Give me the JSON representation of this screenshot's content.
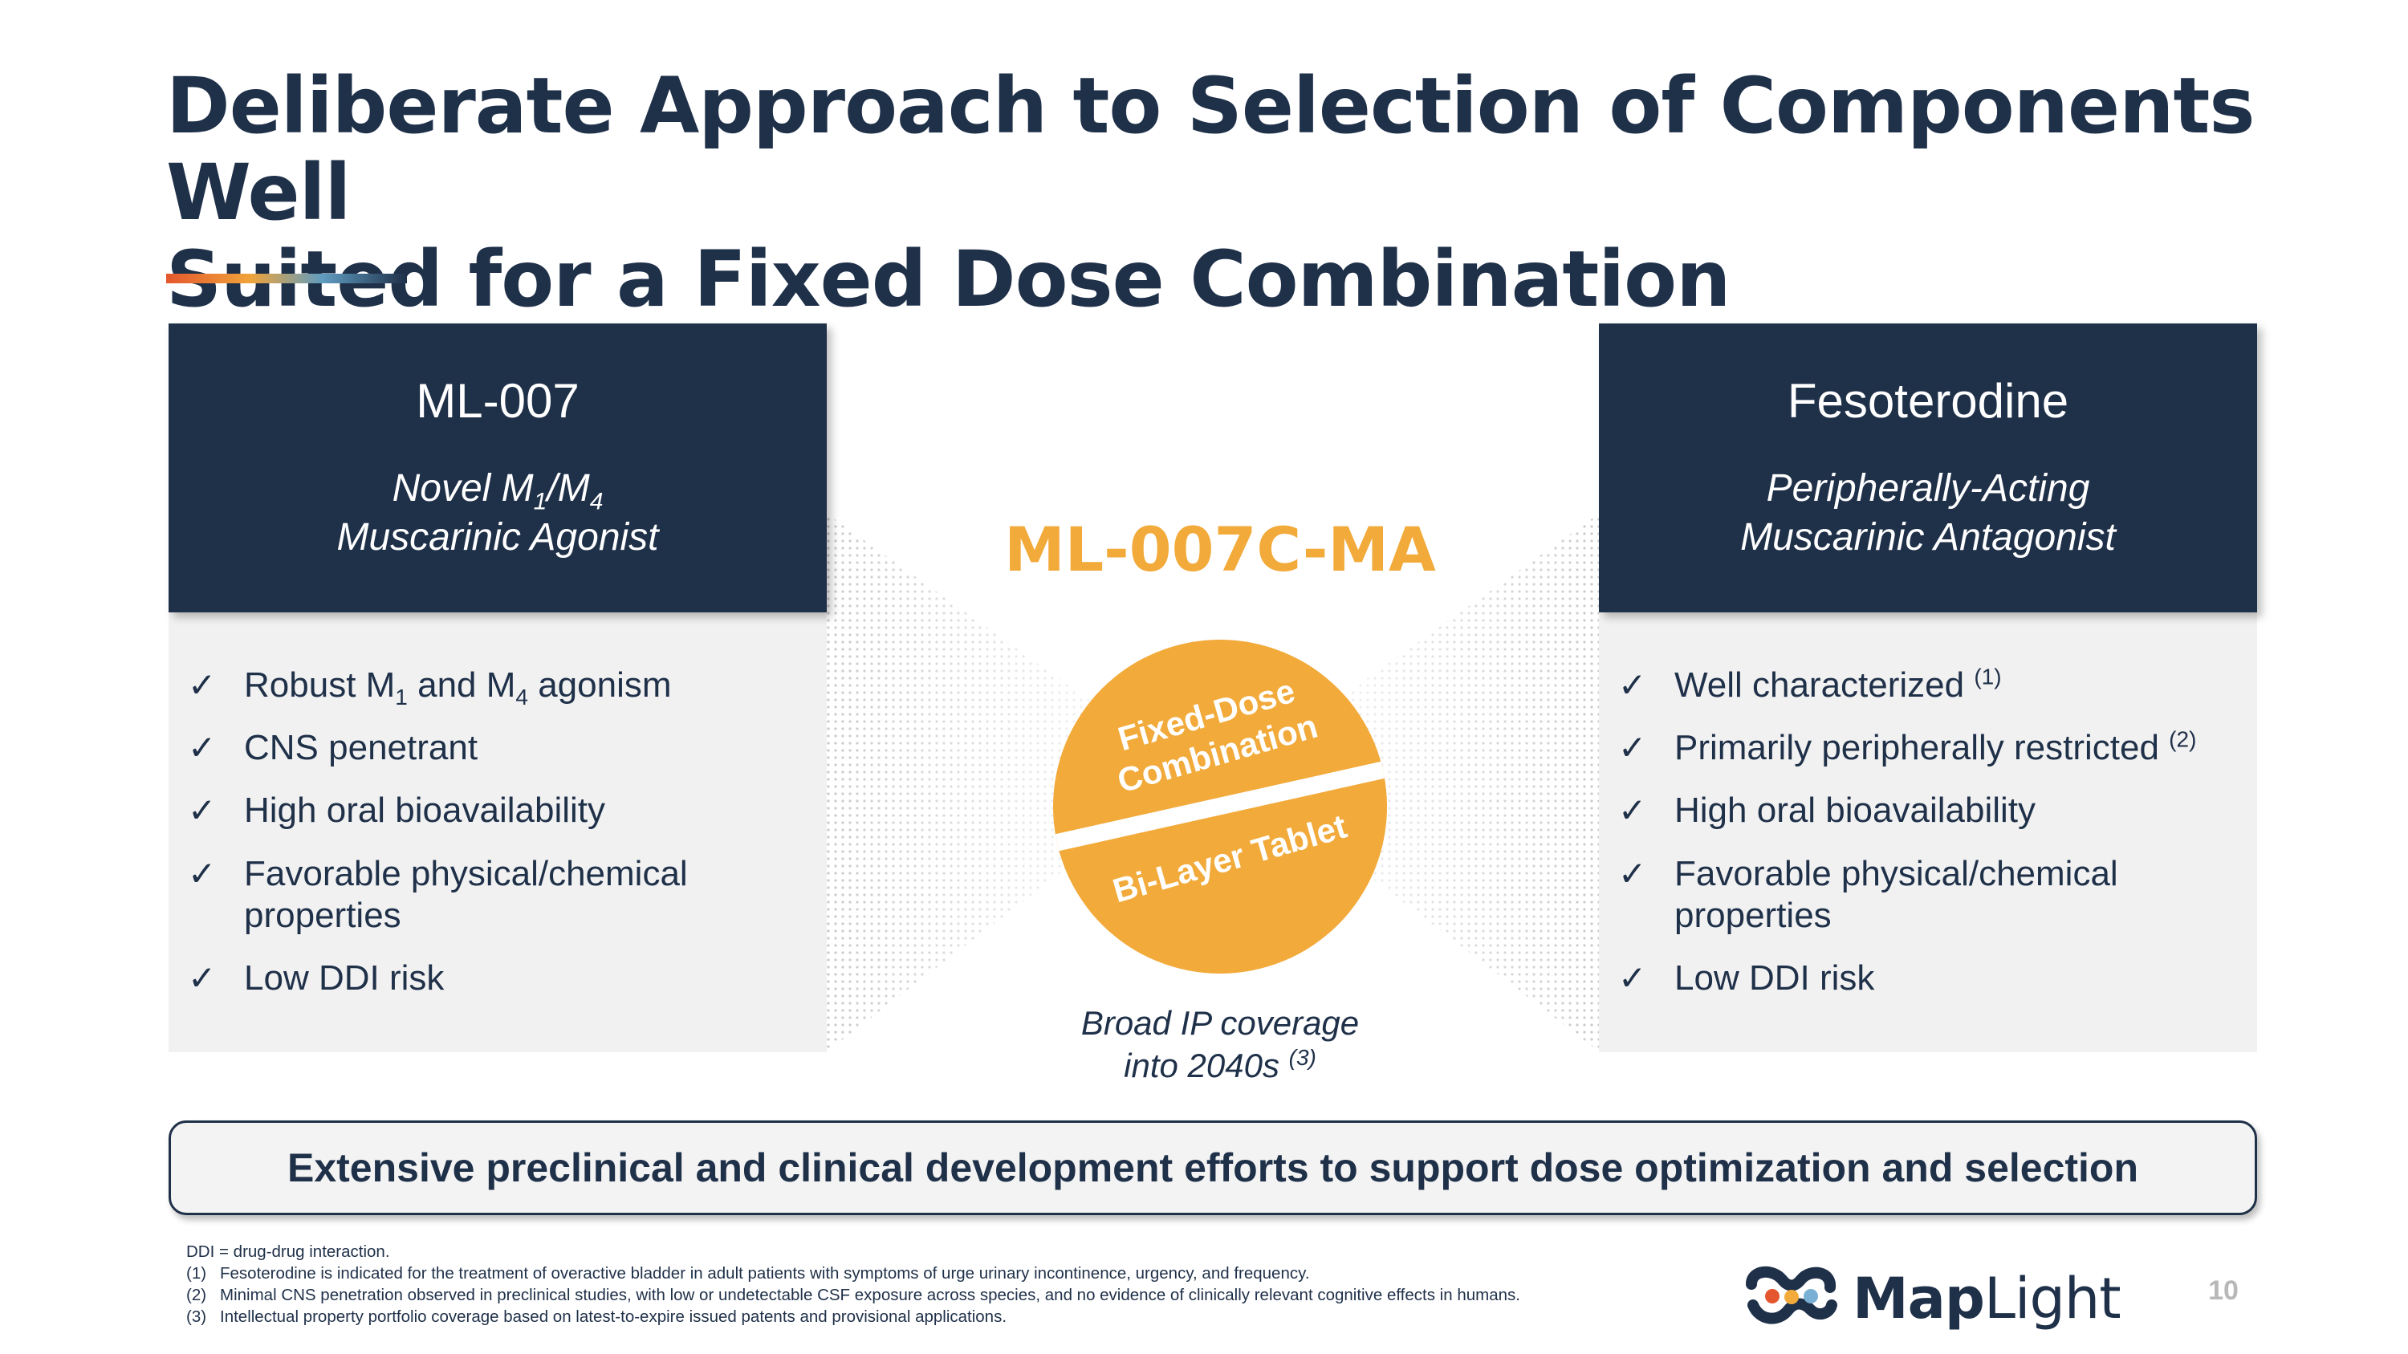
{
  "title": {
    "line1": "Deliberate Approach to Selection of Components Well",
    "line2": "Suited for a Fixed Dose Combination"
  },
  "colors": {
    "navy": "#1f3049",
    "orange": "#f2aa3a",
    "panel_body": "#f1f1f1",
    "accent_gradient": [
      "#e4572e",
      "#f0a43a",
      "#5f9cc0",
      "#1f3049"
    ]
  },
  "left_panel": {
    "name": "ML-007",
    "subtitle_line1_prefix": "Novel M",
    "subtitle_sub1": "1",
    "subtitle_mid": "/M",
    "subtitle_sub2": "4",
    "subtitle_line2": "Muscarinic Agonist",
    "bullets": [
      {
        "pre": "Robust M",
        "sub1": "1",
        "mid": " and M",
        "sub2": "4",
        "post": " agonism"
      },
      {
        "text": "CNS penetrant"
      },
      {
        "text": "High oral bioavailability"
      },
      {
        "line1": "Favorable physical/chemical",
        "line2": "properties"
      },
      {
        "text": "Low DDI risk"
      }
    ]
  },
  "right_panel": {
    "name": "Fesoterodine",
    "subtitle_line1": "Peripherally-Acting",
    "subtitle_line2": "Muscarinic Antagonist",
    "bullets": [
      {
        "text": "Well characterized ",
        "sup": "(1)"
      },
      {
        "text": "Primarily peripherally restricted ",
        "sup": "(2)"
      },
      {
        "text": "High oral bioavailability"
      },
      {
        "line1": "Favorable physical/chemical",
        "line2": "properties"
      },
      {
        "text": "Low DDI risk"
      }
    ]
  },
  "check_icon": "checkmark-icon",
  "center": {
    "product_name": "ML-007C-MA",
    "pill_top_line1": "Fixed-Dose",
    "pill_top_line2": "Combination",
    "pill_bottom": "Bi-Layer Tablet",
    "ip_line1": "Broad IP coverage",
    "ip_line2": "into 2040s ",
    "ip_sup": "(3)"
  },
  "banner": "Extensive preclinical and clinical development efforts to support dose optimization and selection",
  "footnotes": {
    "ddi": "DDI = drug-drug interaction.",
    "items": [
      {
        "num": "(1)",
        "text": "Fesoterodine is indicated for the treatment of overactive bladder in adult patients with symptoms of urge urinary incontinence, urgency, and frequency."
      },
      {
        "num": "(2)",
        "text": "Minimal CNS penetration observed in preclinical studies, with low or undetectable CSF exposure across species, and no evidence of clinically relevant cognitive effects in humans."
      },
      {
        "num": "(3)",
        "text": "Intellectual property portfolio coverage based on latest-to-expire issued patents and provisional applications."
      }
    ]
  },
  "logo": {
    "word_bold": "Map",
    "word_light": "Light",
    "mark_icon": "maplight-logo-mark"
  },
  "page_number": "10"
}
